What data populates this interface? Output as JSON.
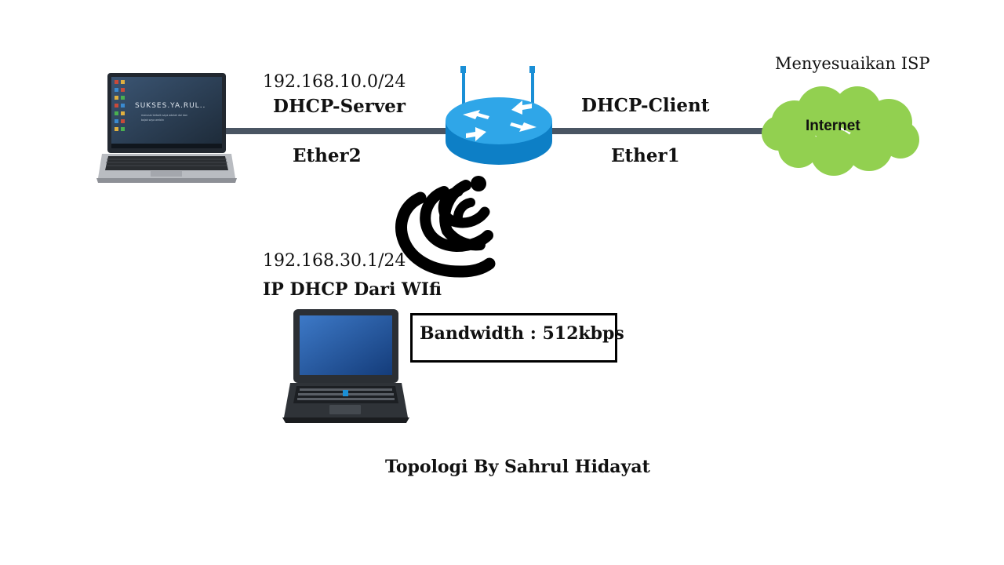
{
  "labels": {
    "lan_subnet": "192.168.10.0/24",
    "dhcp_server": "DHCP-Server",
    "ether2": "Ether2",
    "dhcp_client": "DHCP-Client",
    "ether1": "Ether1",
    "isp_note": "Menyesuaikan ISP",
    "internet": "Internet",
    "wifi_subnet": "192.168.30.1/24",
    "wifi_dhcp": "IP DHCP Dari WIfi",
    "bandwidth": "Bandwidth : 512kbps",
    "credit": "Topologi By Sahrul Hidayat"
  },
  "laptop_screen": {
    "banner": "SUKSES.YA.RUL..",
    "tagline_line1": "manusia terbaik saya adalah doi dan",
    "tagline_line2": "bajak saya ambiln"
  },
  "icons": {
    "left_device": "laptop-icon",
    "router": "router-icon",
    "cloud": "cloud-icon",
    "wifi": "wifi-icon",
    "wireless_client": "laptop-icon"
  },
  "colors": {
    "link": "#4a5563",
    "router_body": "#1a8fd6",
    "cloud_fill": "#92d050",
    "frame": "#000000"
  }
}
